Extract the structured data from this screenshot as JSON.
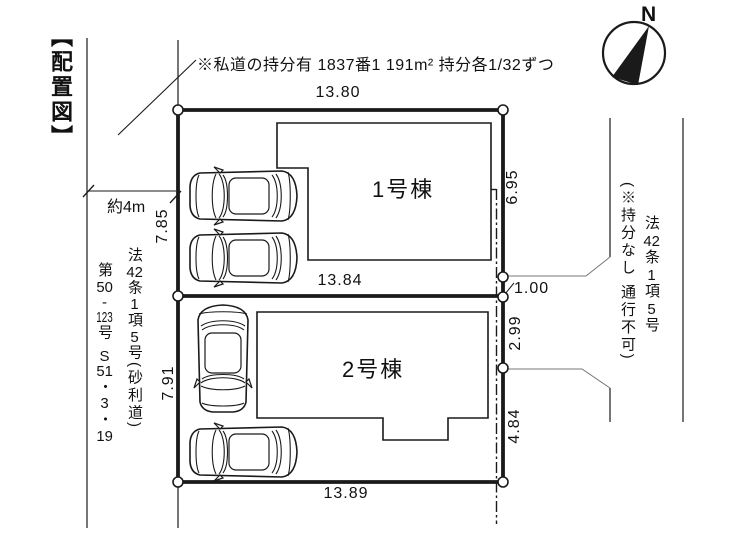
{
  "page": {
    "title_vertical": "【配置図】"
  },
  "annotation": {
    "private_road_note": "※私道の持分有 1837番1 191m² 持分各1/32ずつ"
  },
  "compass": {
    "label": "N"
  },
  "site": {
    "buildings": [
      {
        "label": "1号棟"
      },
      {
        "label": "2号棟"
      }
    ],
    "dimensions": {
      "top_width": "13.80",
      "middle_width": "13.84",
      "bottom_width": "13.89",
      "left_upper": "7.85",
      "left_lower": "7.91",
      "right_upper": "6.95",
      "right_offset": "1.00",
      "right_middle": "2.99",
      "right_lower": "4.84",
      "road_width": "約4m"
    }
  },
  "left_road_notes": {
    "designation": "第50-123号 S51・3・19",
    "law": "法42条1項5号(砂利道)"
  },
  "right_road_notes": {
    "share": "(※持分なし 通行不可)",
    "law": "法42条1項5号"
  },
  "icons": {
    "compass": "north-arrow-icon",
    "car": "car-top-view-icon"
  },
  "colors": {
    "line": "#1a1a1a",
    "leader": "#777777",
    "background": "#ffffff"
  }
}
